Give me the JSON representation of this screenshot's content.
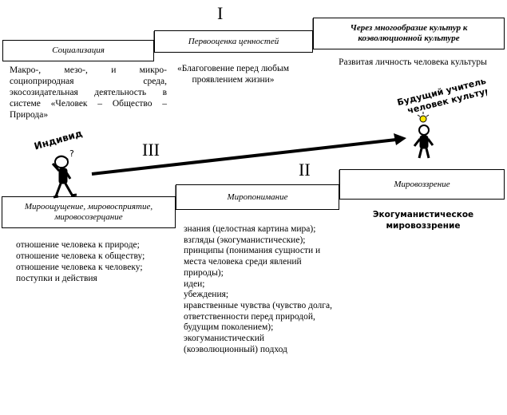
{
  "roman": {
    "one": "I",
    "two": "II",
    "three": "III"
  },
  "boxes": {
    "socialization": "Социализация",
    "primary_values": "Первооценка ценностей",
    "diversity": "Через многообразие культур к коэволюционной культуре",
    "worldview": "Мировоззрение",
    "understanding": "Миропонимание",
    "perception": "Мироощущение, мировосприятие, мировосозерцание"
  },
  "texts": {
    "environment": "Макро-, мезо-, и микро-социоприродная среда, экосозидательная деятельность в системе «Человек – Общество – Природа»",
    "reverence": "«Благоговение перед любым проявлением жизни»",
    "developed_personality": "Развитая личность человека культуры",
    "eco_worldview": "Экогуманистическое мировоззрение",
    "attitudes": [
      "отношение человека к природе;",
      "отношение человека к обществу;",
      "отношение человека к человеку;",
      "поступки и действия"
    ],
    "knowledge": [
      "знания (целостная картина мира);",
      "взгляды (экогуманистические);",
      "принципы (понимания сущности и места человека среди явлений природы);",
      "идеи;",
      "убеждения;",
      "нравственные чувства (чувство долга, ответственности перед природой, будущим поколением);",
      "экогуманистический (коэволюционный) подход"
    ]
  },
  "figures": {
    "individual": "Индивид",
    "future_teacher": "Будущий учитель – человек культуры"
  }
}
